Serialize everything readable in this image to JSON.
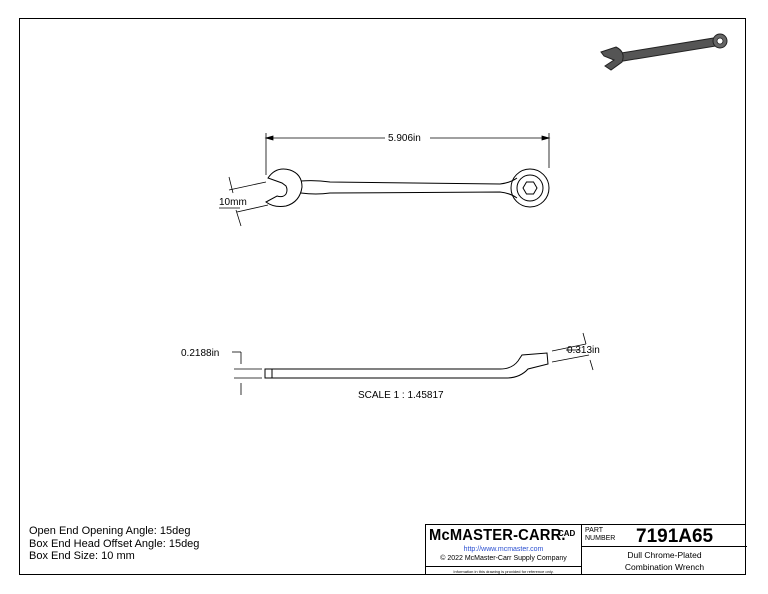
{
  "dimensions": {
    "length": "5.906in",
    "opening": "10mm",
    "thickness": "0.2188in",
    "box_thickness": "0.313in"
  },
  "scale_label": "SCALE 1 : 1.45817",
  "notes": [
    "Open End Opening Angle: 15deg",
    "Box End Head Offset Angle: 15deg",
    "Box End Size: 10 mm"
  ],
  "title_block": {
    "logo": "McMASTER-CARR.",
    "cad_mark": "CAD",
    "url": "http://www.mcmaster.com",
    "copyright": "© 2022 McMaster-Carr Supply Company",
    "disclaimer": "Information in this drawing is provided for reference only.",
    "part_number_label": "PART NUMBER",
    "part_number": "7191A65",
    "description_line1": "Dull Chrome-Plated",
    "description_line2": "Combination Wrench"
  },
  "colors": {
    "line": "#000000",
    "link": "#2a4fd0",
    "iso_body": "#555555"
  }
}
